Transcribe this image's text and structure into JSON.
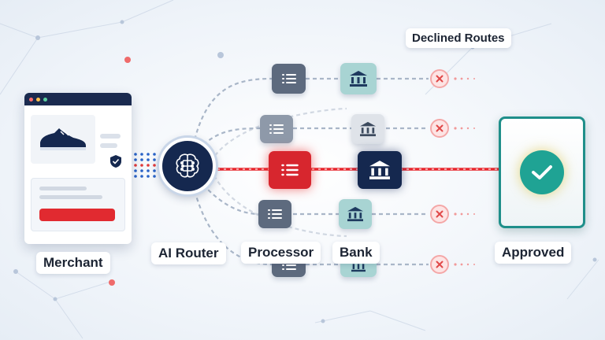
{
  "labels": {
    "merchant": "Merchant",
    "ai_router": "AI Router",
    "processor": "Processor",
    "bank": "Bank",
    "approved": "Approved",
    "declined_routes": "Declined Routes"
  },
  "icons": {
    "shoe": "sneaker-icon",
    "shield": "shield-check-icon",
    "brain": "brain-circuit-icon",
    "list": "list-icon",
    "bank": "bank-building-icon",
    "decline": "x-circle-icon",
    "approve": "check-circle-icon"
  },
  "colors": {
    "navy": "#15284f",
    "active_red": "#d7262e",
    "processor_grey": "#5d6a7e",
    "bank_teal": "#a8d4d3",
    "approved_teal": "#1fa394",
    "decline_red": "#e04848"
  }
}
